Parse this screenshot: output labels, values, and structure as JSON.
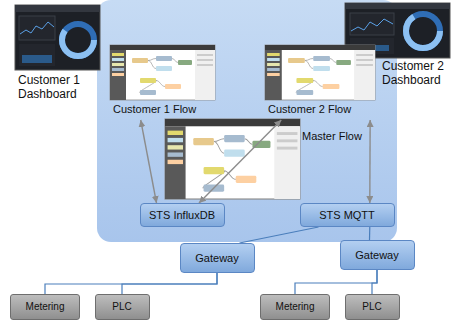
{
  "diagram": {
    "nodes": [
      {
        "text": [
          "Customer 1 Dashboard"
        ]
      },
      {
        "text": [
          "Customer 2 Dashboard"
        ]
      },
      {
        "text": [
          "Customer 1 Flow"
        ]
      },
      {
        "text": [
          "Customer 2 Flow"
        ]
      },
      {
        "text": [
          "Master Flow"
        ]
      },
      {
        "text": [
          "STS InfluxDB"
        ]
      },
      {
        "text": [
          "STS MQTT"
        ]
      },
      {
        "text": [
          "Gateway"
        ]
      },
      {
        "text": [
          "Gateway"
        ]
      },
      {
        "text": [
          "Metering"
        ]
      },
      {
        "text": [
          "PLC"
        ]
      },
      {
        "text": [
          "Metering"
        ]
      },
      {
        "text": [
          "PLC"
        ]
      }
    ],
    "edges": [
      {
        "from": 2,
        "to": 5,
        "arrow": "both"
      },
      {
        "from": 5,
        "to": 3,
        "arrow": "both"
      },
      {
        "from": 3,
        "to": 6,
        "arrow": "both"
      },
      {
        "from": 7,
        "to": 6,
        "arrow": "none"
      },
      {
        "from": 8,
        "to": 6,
        "arrow": "none"
      },
      {
        "from": 7,
        "to": 9,
        "arrow": "none"
      },
      {
        "from": 7,
        "to": 10,
        "arrow": "none"
      },
      {
        "from": 8,
        "to": 11,
        "arrow": "none"
      },
      {
        "from": 8,
        "to": 12,
        "arrow": "none"
      }
    ]
  }
}
